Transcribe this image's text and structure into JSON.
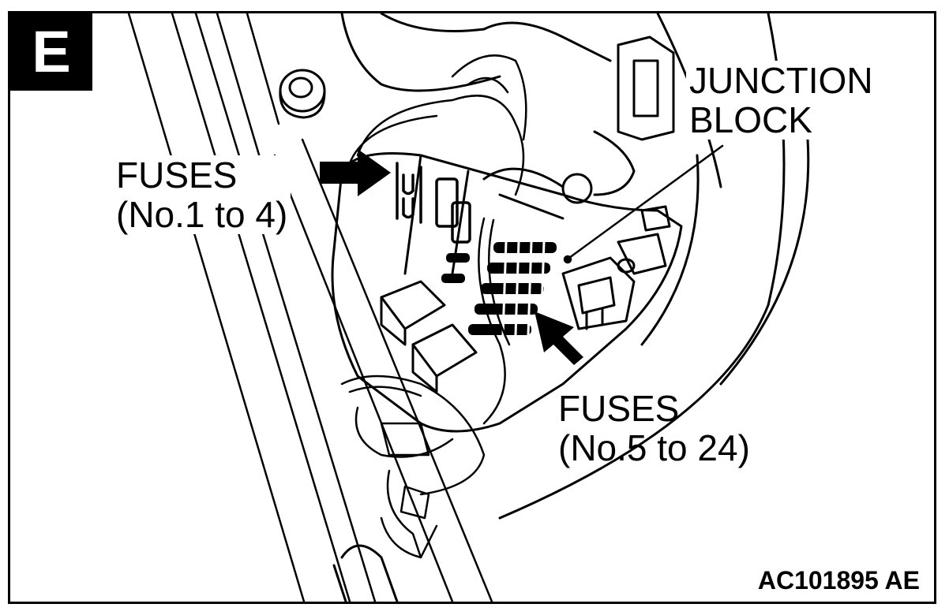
{
  "section_letter": "E",
  "labels": {
    "junction_block": {
      "line1": "JUNCTION",
      "line2": "BLOCK"
    },
    "fuses_1_4": {
      "line1": "FUSES",
      "line2": "(No.1 to 4)"
    },
    "fuses_5_24": {
      "line1": "FUSES",
      "line2": "(No.5 to 24)"
    }
  },
  "figure_code": "AC101895 AE"
}
